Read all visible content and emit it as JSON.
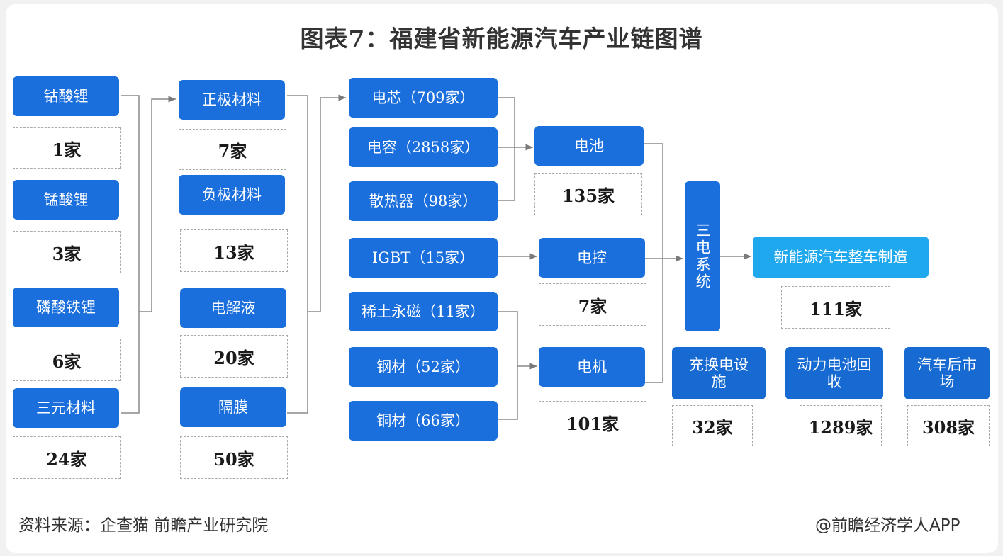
{
  "title": "图表7：福建省新能源汽车产业链图谱",
  "col1": [
    {
      "label": "钴酸锂",
      "count": "1家"
    },
    {
      "label": "锰酸锂",
      "count": "3家"
    },
    {
      "label": "磷酸铁锂",
      "count": "6家"
    },
    {
      "label": "三元材料",
      "count": "24家"
    }
  ],
  "col2": [
    {
      "label": "正极材料",
      "count": "7家"
    },
    {
      "label": "负极材料",
      "count": "13家"
    },
    {
      "label": "电解液",
      "count": "20家"
    },
    {
      "label": "隔膜",
      "count": "50家"
    }
  ],
  "col3": [
    {
      "label": "电芯（709家）"
    },
    {
      "label": "电容（2858家）"
    },
    {
      "label": "散热器（98家）"
    },
    {
      "label": "IGBT（15家）"
    },
    {
      "label": "稀土永磁（11家）"
    },
    {
      "label": "钢材（52家）"
    },
    {
      "label": "铜材（66家）"
    }
  ],
  "col4": [
    {
      "label": "电池",
      "count": "135家"
    },
    {
      "label": "电控",
      "count": "7家"
    },
    {
      "label": "电机",
      "count": "101家"
    }
  ],
  "sandian": {
    "label": "三电系统"
  },
  "vehicle": {
    "label": "新能源汽车整车制造",
    "count": "111家"
  },
  "services": [
    {
      "label": "充换电设施",
      "count": "32家"
    },
    {
      "label": "动力电池回收",
      "count": "1289家"
    },
    {
      "label": "汽车后市场",
      "count": "308家"
    }
  ],
  "footer": {
    "source": "资料来源：企查猫 前瞻产业研究院",
    "credit": "@前瞻经济学人APP"
  },
  "colors": {
    "box": "#1b6fdc",
    "box_highlight": "#1fa8ee",
    "line": "#7a7a7a"
  }
}
